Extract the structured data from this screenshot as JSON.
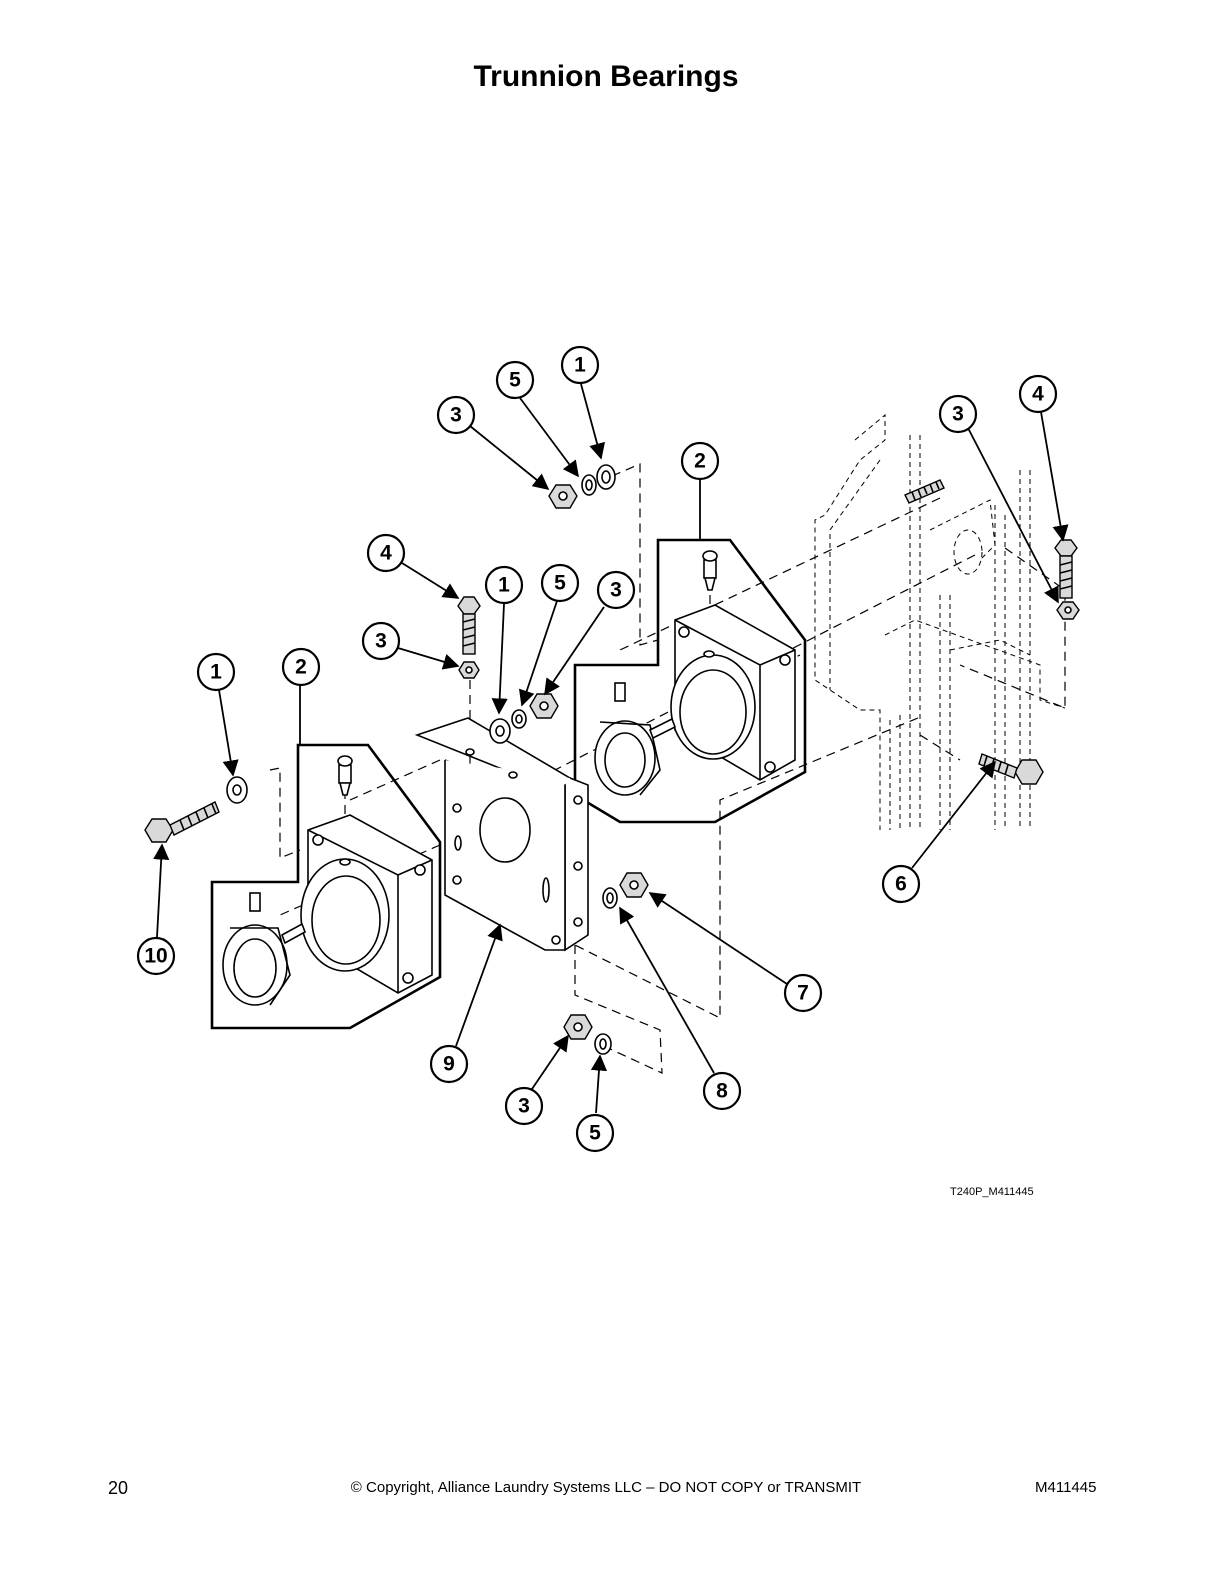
{
  "page": {
    "title": "Trunnion Bearings",
    "figure_id": "T240P_M411445",
    "page_number": "20",
    "copyright": "© Copyright, Alliance Laundry Systems LLC – DO NOT COPY or TRANSMIT",
    "document_number": "M411445"
  },
  "callouts": [
    {
      "label": "1"
    },
    {
      "label": "5"
    },
    {
      "label": "3"
    },
    {
      "label": "2"
    },
    {
      "label": "3"
    },
    {
      "label": "4"
    },
    {
      "label": "4"
    },
    {
      "label": "1"
    },
    {
      "label": "5"
    },
    {
      "label": "3"
    },
    {
      "label": "3"
    },
    {
      "label": "1"
    },
    {
      "label": "2"
    },
    {
      "label": "10"
    },
    {
      "label": "6"
    },
    {
      "label": "7"
    },
    {
      "label": "9"
    },
    {
      "label": "8"
    },
    {
      "label": "3"
    },
    {
      "label": "5"
    }
  ],
  "icons": {
    "callout_arrow": "arrow-icon",
    "bolt": "bolt-icon",
    "nut": "nut-icon",
    "washer": "washer-icon"
  }
}
